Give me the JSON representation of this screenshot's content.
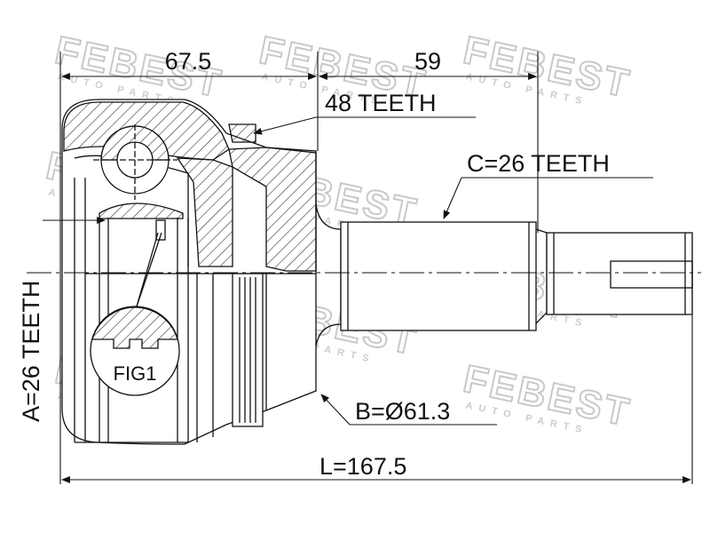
{
  "dimensions": {
    "top_left": "67.5",
    "top_right": "59",
    "overall_length": "L=167.5",
    "outer_diameter": "B=Ø61.3"
  },
  "teeth": {
    "abs_ring": "48 TEETH",
    "outer_spline": "C=26 TEETH",
    "inner_spline": "A=26 TEETH"
  },
  "figure_label": "FIG1",
  "watermark": {
    "brand": "FEBEST",
    "sub": "AUTO PARTS"
  }
}
